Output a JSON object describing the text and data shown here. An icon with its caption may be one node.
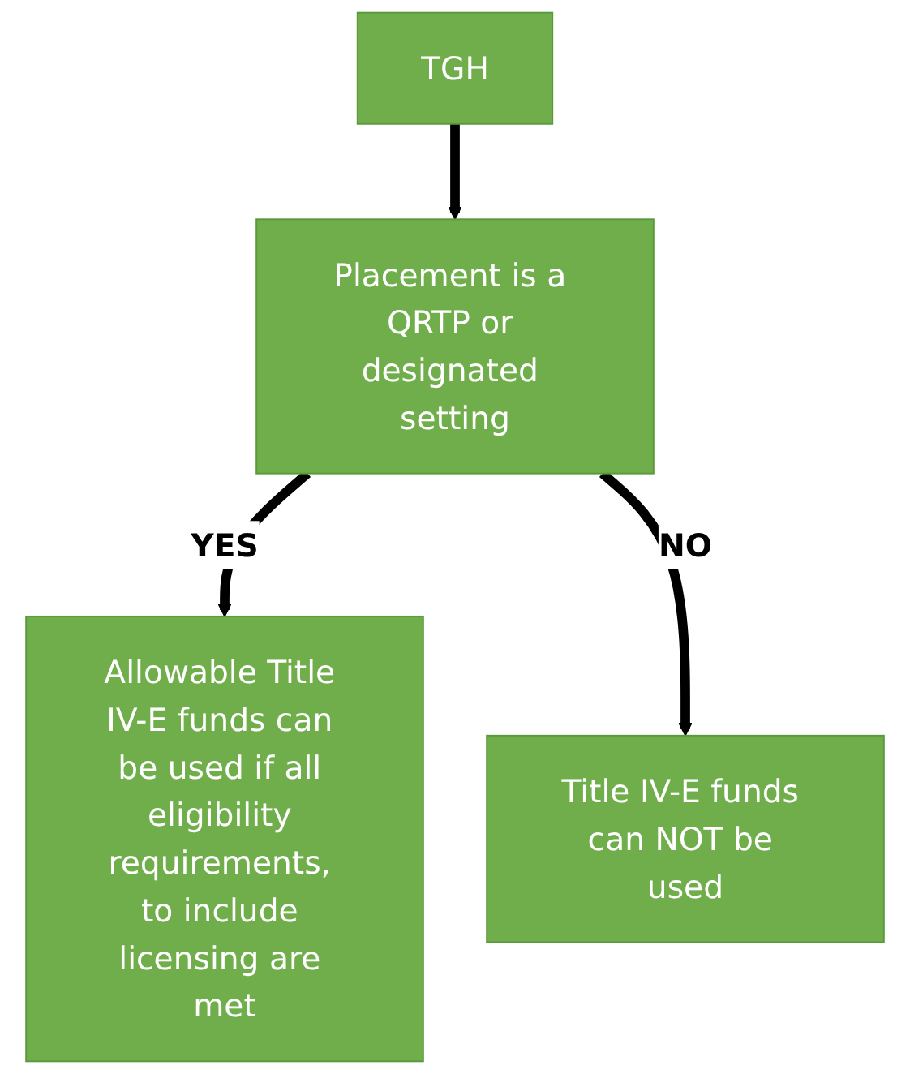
{
  "diagram": {
    "nodes": [
      {
        "text": [
          "TGH"
        ]
      },
      {
        "text": [
          "Placement is a QRTP or designated setting"
        ]
      },
      {
        "text": [
          "Allowable Title IV-E funds can be used if all eligibility requirements, to include licensing are met"
        ]
      },
      {
        "text": [
          "Title IV-E funds can NOT be used"
        ]
      }
    ],
    "edges": [
      {
        "from": 0,
        "to": 1,
        "arrow": "to"
      },
      {
        "from": 1,
        "to": 2,
        "arrow": "to",
        "label": "YES"
      },
      {
        "from": 1,
        "to": 3,
        "arrow": "to",
        "label": "NO"
      }
    ]
  }
}
